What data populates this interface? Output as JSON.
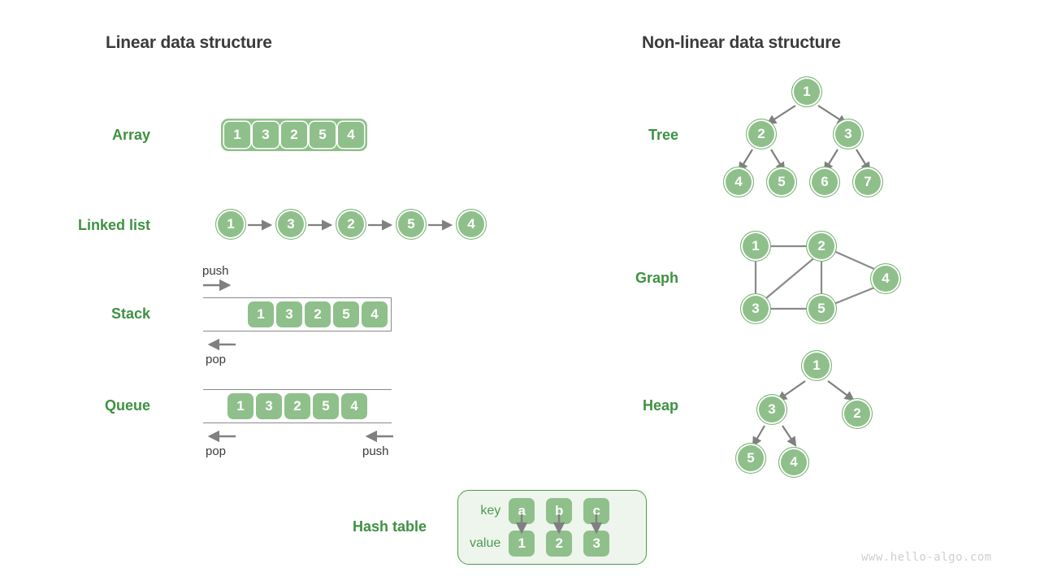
{
  "headings": {
    "left": "Linear data structure",
    "right": "Non-linear data structure"
  },
  "labels": {
    "array": "Array",
    "linked_list": "Linked list",
    "stack": "Stack",
    "queue": "Queue",
    "hash_table": "Hash table",
    "tree": "Tree",
    "graph": "Graph",
    "heap": "Heap"
  },
  "colors": {
    "node_fill": "#8fc08b",
    "node_stroke": "#7ab377",
    "label_green": "#3e9142",
    "arrow_gray": "#808080",
    "heading_gray": "#3b3b3b",
    "hash_bg": "#eef5ec",
    "hash_border": "#4e9a51",
    "watermark": "#cfcfcf"
  },
  "array": {
    "values": [
      "1",
      "3",
      "2",
      "5",
      "4"
    ]
  },
  "linked_list": {
    "values": [
      "1",
      "3",
      "2",
      "5",
      "4"
    ]
  },
  "stack": {
    "values": [
      "1",
      "3",
      "2",
      "5",
      "4"
    ],
    "push_label": "push",
    "pop_label": "pop"
  },
  "queue": {
    "values": [
      "1",
      "3",
      "2",
      "5",
      "4"
    ],
    "pop_label": "pop",
    "push_label": "push"
  },
  "hash_table": {
    "key_label": "key",
    "value_label": "value",
    "keys": [
      "a",
      "b",
      "c"
    ],
    "values": [
      "1",
      "2",
      "3"
    ]
  },
  "tree": {
    "nodes": [
      "1",
      "2",
      "3",
      "4",
      "5",
      "6",
      "7"
    ],
    "edges": [
      [
        0,
        1
      ],
      [
        0,
        2
      ],
      [
        1,
        3
      ],
      [
        1,
        4
      ],
      [
        2,
        5
      ],
      [
        2,
        6
      ]
    ]
  },
  "graph": {
    "nodes": [
      "1",
      "2",
      "3",
      "4",
      "5"
    ],
    "edges": [
      [
        "1",
        "2"
      ],
      [
        "1",
        "3"
      ],
      [
        "2",
        "3"
      ],
      [
        "2",
        "5"
      ],
      [
        "2",
        "4"
      ],
      [
        "3",
        "5"
      ],
      [
        "5",
        "4"
      ]
    ]
  },
  "heap": {
    "nodes": [
      "1",
      "3",
      "2",
      "5",
      "4"
    ],
    "edges": [
      [
        0,
        1
      ],
      [
        0,
        2
      ],
      [
        1,
        3
      ],
      [
        1,
        4
      ]
    ]
  },
  "watermark": "www.hello-algo.com"
}
